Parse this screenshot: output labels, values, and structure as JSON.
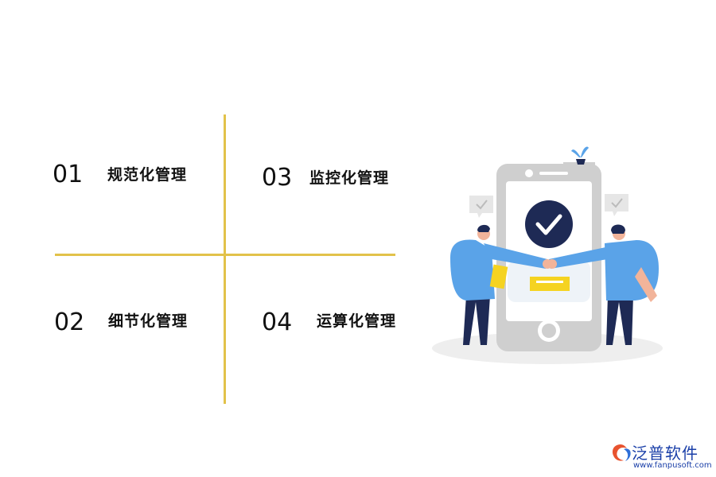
{
  "items": [
    {
      "number": "01",
      "label": "规范化管理"
    },
    {
      "number": "02",
      "label": "细节化管理"
    },
    {
      "number": "03",
      "label": "监控化管理"
    },
    {
      "number": "04",
      "label": "运算化管理"
    }
  ],
  "logo": {
    "name": "泛普软件",
    "url": "www.fanpusoft.com"
  },
  "colors": {
    "divider": "#e2c24a",
    "accent_blue": "#5aa3e8",
    "navy": "#1e2a55",
    "yellow": "#f5d321"
  },
  "illustration": {
    "icon": "checkmark-icon"
  }
}
